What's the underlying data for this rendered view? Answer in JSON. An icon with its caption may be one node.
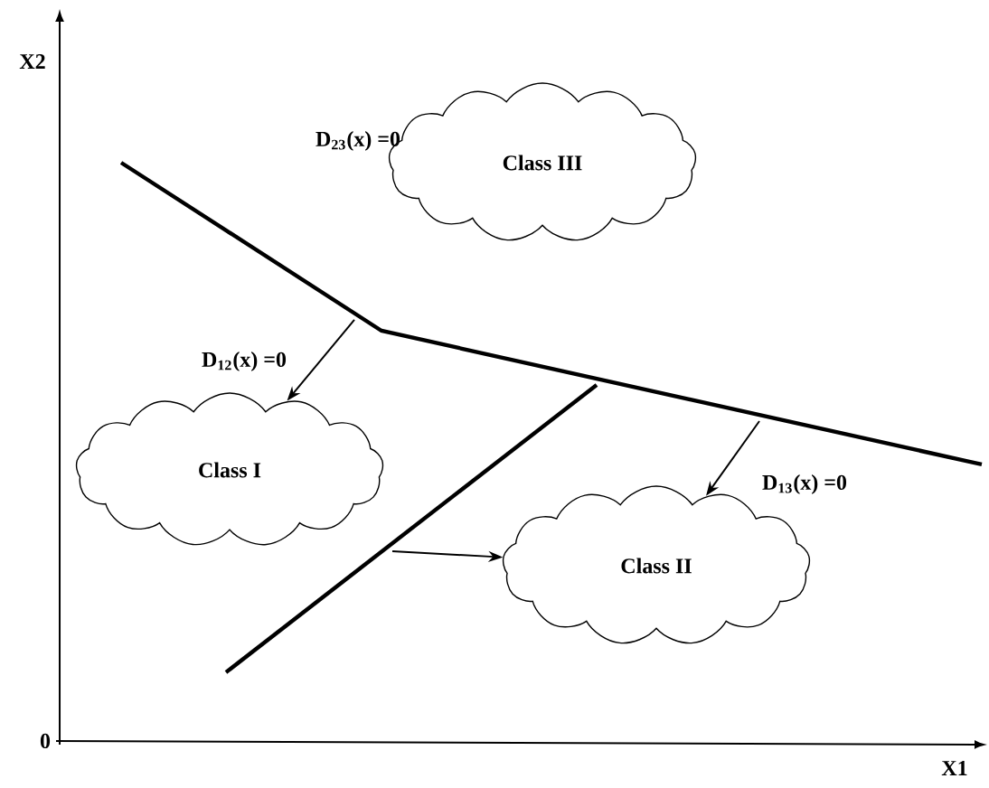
{
  "diagram": {
    "nodes": [
      {
        "text": [
          "Class III"
        ]
      },
      {
        "text": [
          "Class I"
        ]
      },
      {
        "text": [
          "Class II"
        ]
      }
    ],
    "edges": [
      {
        "from": null,
        "to": 1,
        "arrow": "to"
      },
      {
        "from": null,
        "to": 2,
        "arrow": "to"
      },
      {
        "from": null,
        "to": 2,
        "arrow": "to"
      }
    ],
    "labels": [
      "X2",
      "X1",
      "0",
      "D$_{23}$(x) =0",
      "D$_{12}$(x) =0",
      "D$_{13}$(x) =0"
    ]
  }
}
